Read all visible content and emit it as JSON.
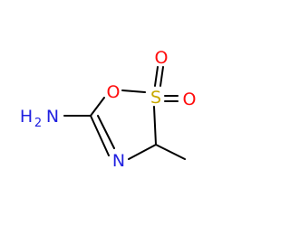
{
  "colors": {
    "background": "#ffffff",
    "bond": "#000000",
    "oxygen": "#ff0d0d",
    "sulfur": "#c8a800",
    "nitrogen": "#2020e0"
  },
  "atoms": {
    "ring_oxygen": "O",
    "sulfur": "S",
    "sulfonyl_oxygen_top": "O",
    "sulfonyl_oxygen_right": "O",
    "ring_nitrogen": "N",
    "amine_h": "H",
    "amine_sub": "2",
    "amine_n": "N"
  }
}
